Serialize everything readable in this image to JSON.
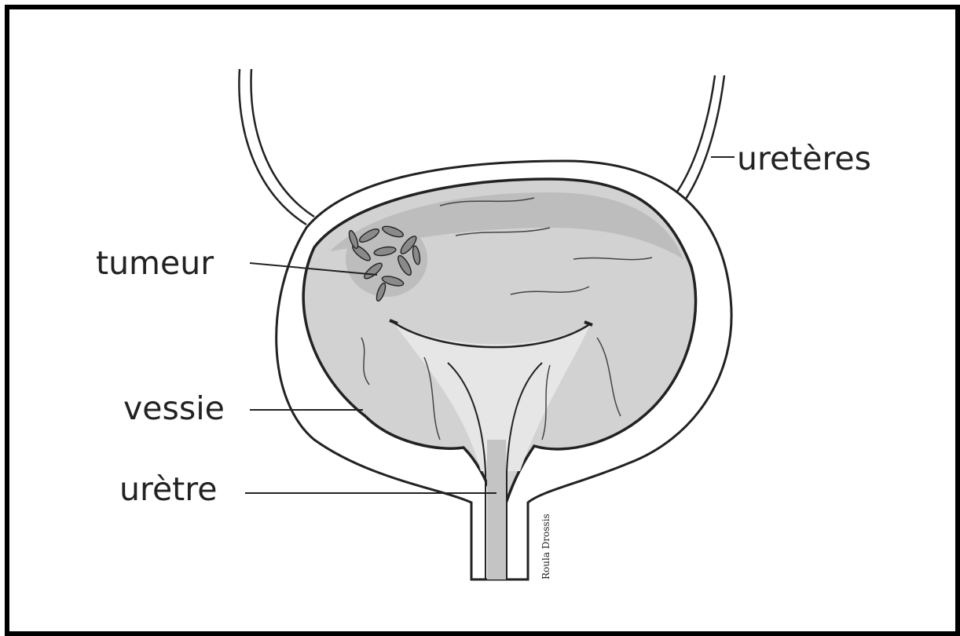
{
  "labels": {
    "ureteres": "uretères",
    "tumeur": "tumeur",
    "vessie": "vessie",
    "uretre": "urètre"
  },
  "credit": "Roula Drossis",
  "colors": {
    "frame": "#000000",
    "outline": "#222222",
    "bladder_fill": "#d2d2d2",
    "inner_light": "#e6e6e6",
    "shadow": "#b9b9b9",
    "tumor": "#8a8a8a"
  }
}
